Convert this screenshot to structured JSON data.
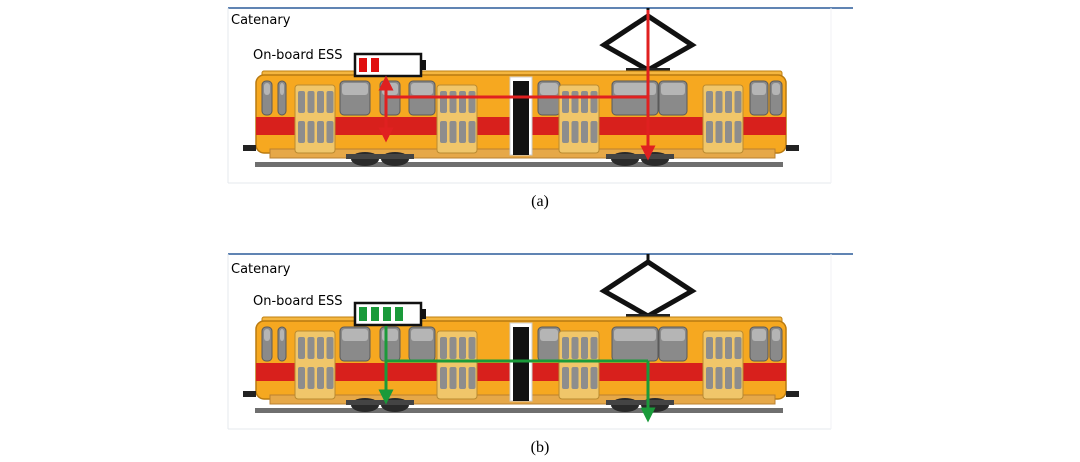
{
  "panels": [
    {
      "label": "Catenary",
      "ess_label": "On-board ESS",
      "caption": "(a)",
      "battery_level": 0.4,
      "battery_color": "#e01010",
      "flow_color": "#e02020"
    },
    {
      "label": "Catenary",
      "ess_label": "On-board ESS",
      "caption": "(b)",
      "battery_level": 0.8,
      "battery_color": "#1a9a3a",
      "flow_color": "#1a9a3a"
    }
  ]
}
